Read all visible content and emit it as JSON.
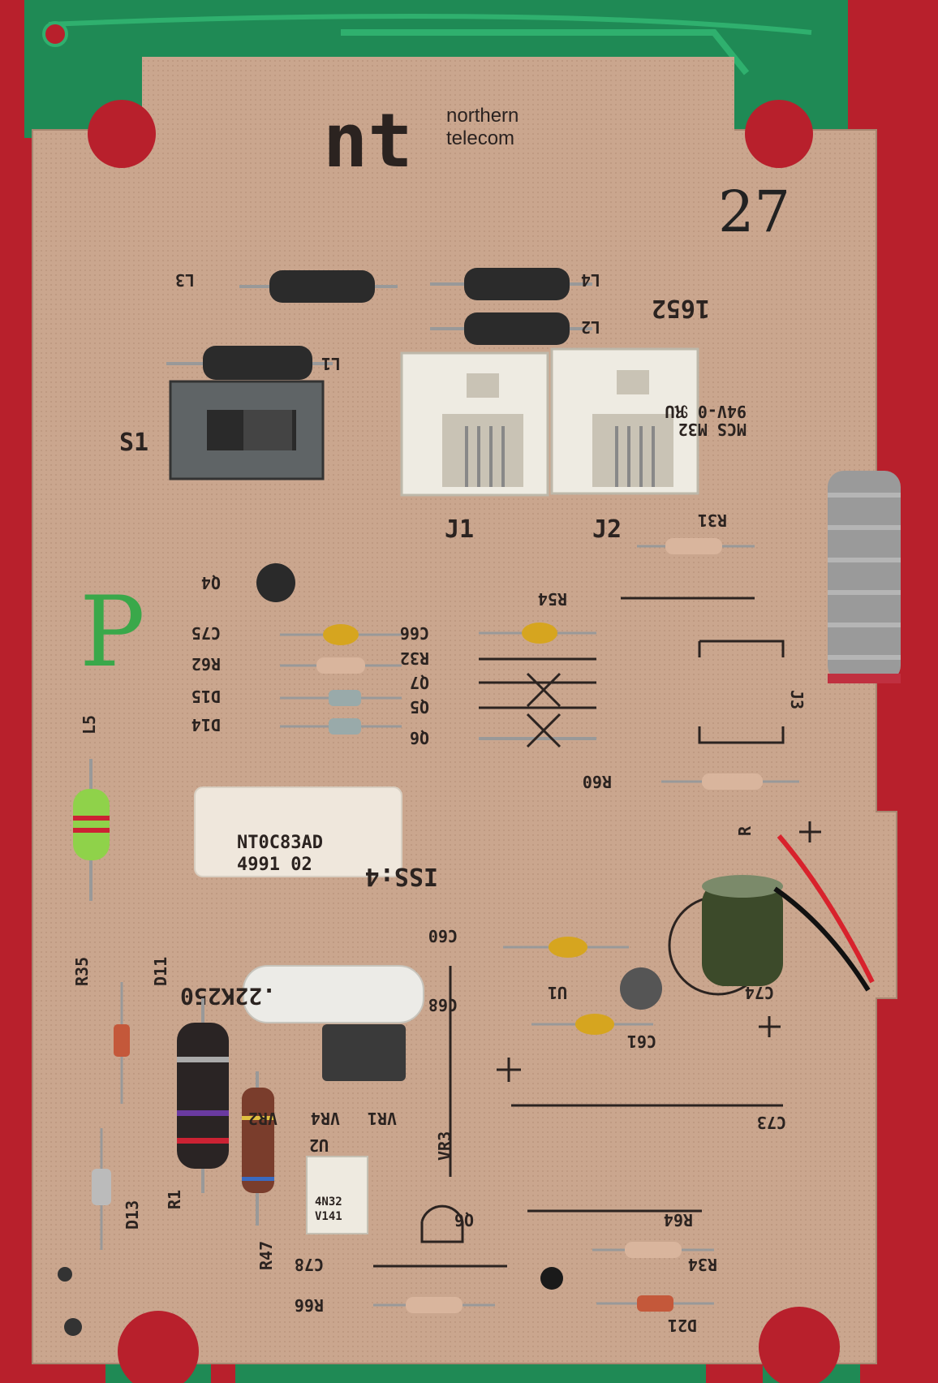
{
  "logo": {
    "mark": "nt",
    "line1": "northern",
    "line2": "telecom"
  },
  "handwriting": {
    "number": "27",
    "initial": "P"
  },
  "labels": {
    "serial": "1652",
    "rating_line1": "MCS M32",
    "rating_line2": "94V-0 ℜU",
    "switch": "S1",
    "jack1": "J1",
    "jack2": "J2",
    "issue": "ISS:4",
    "sticker_line1": "NT0C83AD",
    "sticker_line2": "4991 02",
    "cap_text": ".22K250",
    "opto_line1": "4N32",
    "opto_line2": "V141"
  },
  "refdes": {
    "L3": "L3",
    "L4": "L4",
    "L2": "L2",
    "L1": "L1",
    "L5": "L5",
    "Q4": "Q4",
    "C75": "C75",
    "R62": "R62",
    "D15": "D15",
    "D14": "D14",
    "C66": "C66",
    "R32": "R32",
    "Q7": "Q7",
    "Q5": "Q5",
    "Q6": "Q6",
    "R31": "R31",
    "R54": "R54",
    "J3": "J3",
    "R60": "R60",
    "R": "R",
    "C60": "C60",
    "C68": "C68",
    "U1": "U1",
    "C74": "C74",
    "C61": "C61",
    "C73": "C73",
    "R35": "R35",
    "D11": "D11",
    "D13": "D13",
    "R1": "R1",
    "R47": "R47",
    "VR2": "VR2",
    "VR4": "VR4",
    "VR1": "VR1",
    "U2": "U2",
    "VR3": "VR3",
    "Q6b": "Q6",
    "R64": "R64",
    "R34": "R34",
    "C78": "C78",
    "R66": "R66",
    "D21": "D21"
  },
  "colors": {
    "board": "#c9a48c",
    "background": "#b8202c",
    "copper_green": "#1f8a55",
    "silkscreen": "#2b2320"
  }
}
